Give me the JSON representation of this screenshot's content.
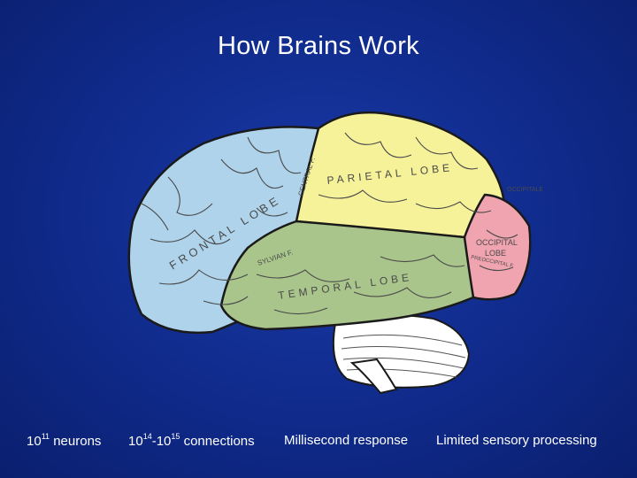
{
  "slide": {
    "title": "How Brains Work"
  },
  "brain_labels": {
    "frontal_lobe": "FRONTAL LOBE",
    "parietal_lobe": "PARIETAL LOBE",
    "central_fissure": "CENTRAL F.",
    "temporal_lobe": "TEMPORAL LOBE",
    "sylvian_fissure": "SYLVIAN F.",
    "occipital_lobe_line1": "OCCIPITAL",
    "occipital_lobe_line2": "LOBE",
    "parieto_occipital": "OCCIPITALE",
    "preoccipital": "PREOCCIPITAL F."
  },
  "captions": {
    "neurons_base": "10",
    "neurons_exp": "11",
    "neurons_text": " neurons",
    "conn_base1": "10",
    "conn_exp1": "14",
    "conn_dash": "-10",
    "conn_exp2": "15",
    "conn_text": " connections",
    "response": "Millisecond response",
    "sensory": "Limited sensory processing"
  },
  "colors": {
    "background": "#0f2a8a",
    "frontal": "#aed3ea",
    "parietal": "#f6f29a",
    "temporal": "#a9c58b",
    "occipital": "#f0a4b0",
    "cerebellum": "#ffffff"
  }
}
